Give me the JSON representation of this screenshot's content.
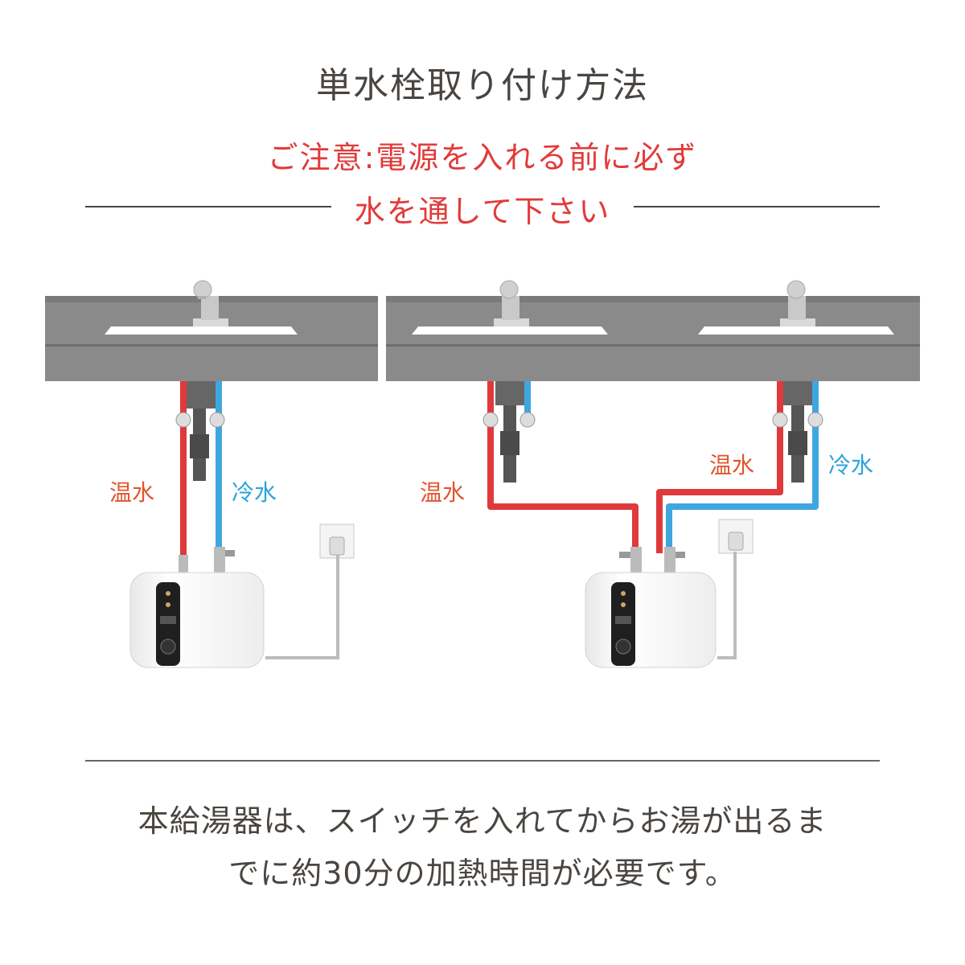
{
  "title": "単水栓取り付け方法",
  "warning": {
    "line1": "ご注意:電源を入れる前に必ず",
    "line2": "水を通して下さい"
  },
  "labels": {
    "hot": "温水",
    "cold": "冷水"
  },
  "colors": {
    "hot_pipe": "#e0393b",
    "cold_pipe": "#3fa7df",
    "counter": "#8a8a8a",
    "warning_text": "#e23a3a"
  },
  "note": {
    "line1": "本給湯器は、スイッチを入れてからお湯が出るま",
    "line2": "でに約30分の加熱時間が必要です。"
  }
}
